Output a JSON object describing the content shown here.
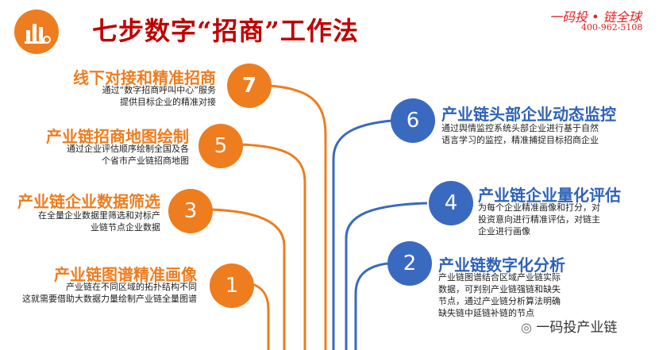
{
  "title": "七步数字“招商”工作法",
  "brand": {
    "name": "一码投 • 链全球",
    "phone": "400-962-5108"
  },
  "footer": {
    "label": "一码投产业链"
  },
  "steps": [
    {
      "number": "1",
      "title": "产业链图谱精准画像",
      "lines": [
        "产业链在不同区域的拓扑结构不同",
        "这就需要借助大数据力量绘制产业链全量图谱"
      ]
    },
    {
      "number": "2",
      "title": "产业链数字化分析",
      "lines": [
        "产业链图谱结合区域产业链实际",
        "数据，可判别产业链强链和缺失",
        "节点，通过产业链分析算法明确",
        "缺失链中延链补链的节点"
      ]
    },
    {
      "number": "3",
      "title": "产业链企业数据筛选",
      "lines": [
        "在全量企业数据里筛选和对标产",
        "业链节点企业数据"
      ]
    },
    {
      "number": "4",
      "title": "产业链企业量化评估",
      "lines": [
        "为每个企业精准画像和打分，对",
        "投资意向进行精准评估，对链主",
        "企业进行画像"
      ]
    },
    {
      "number": "5",
      "title": "产业链招商地图绘制",
      "lines": [
        "通过企业评估顺序绘制全国及各",
        "个省市产业链招商地图"
      ]
    },
    {
      "number": "6",
      "title": "产业链头部企业动态监控",
      "lines": [
        "通过舆情监控系统头部企业进行基于自然",
        "语言学习的监控，精准捕捉目标招商企业"
      ]
    },
    {
      "number": "7",
      "title": "线下对接和精准招商",
      "lines": [
        "通过“数字招商呼叫中心”服务",
        "提供目标企业的精准对接"
      ]
    }
  ]
}
